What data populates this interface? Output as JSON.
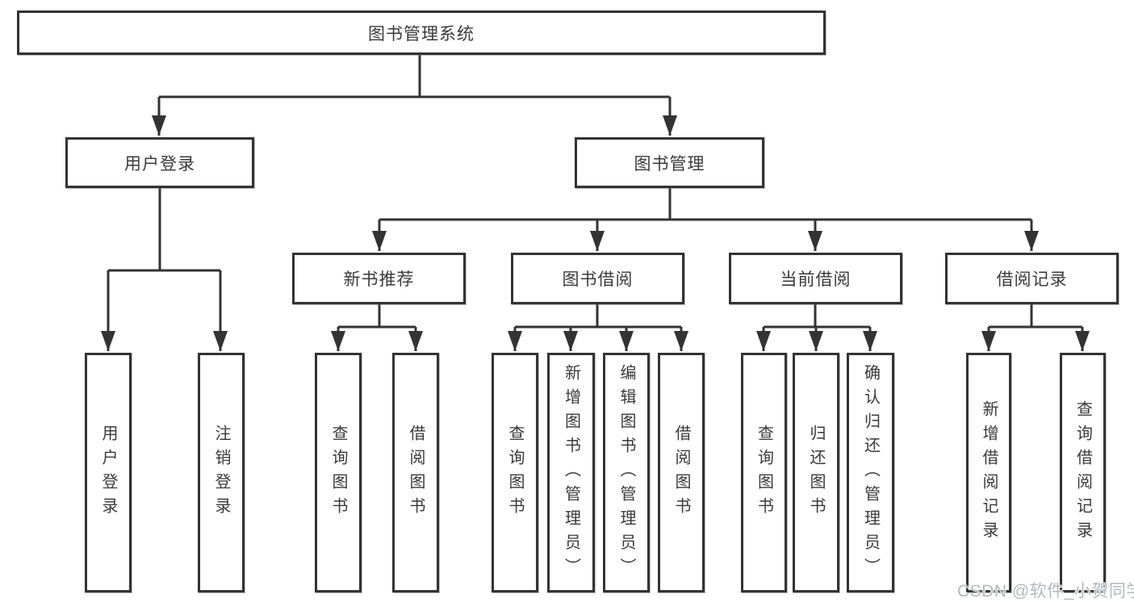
{
  "diagram": {
    "root": {
      "label": "图书管理系统"
    },
    "level2": {
      "user_login": {
        "label": "用户登录"
      },
      "book_mgmt": {
        "label": "图书管理"
      }
    },
    "level3": {
      "new_book_rec": {
        "label": "新书推荐"
      },
      "book_borrow": {
        "label": "图书借阅"
      },
      "current_borrow": {
        "label": "当前借阅"
      },
      "borrow_record": {
        "label": "借阅记录"
      }
    },
    "leaves": {
      "user_login": {
        "label": "用户登录"
      },
      "logout": {
        "label": "注销登录"
      },
      "rec_query": {
        "label": "查询图书"
      },
      "rec_borrow": {
        "label": "借阅图书"
      },
      "bb_query": {
        "label": "查询图书"
      },
      "bb_add": {
        "label": "新增图书（管理员）"
      },
      "bb_edit": {
        "label": "编辑图书（管理员）"
      },
      "bb_borrow": {
        "label": "借阅图书"
      },
      "cb_query": {
        "label": "查询图书"
      },
      "cb_return": {
        "label": "归还图书"
      },
      "cb_confirm": {
        "label": "确认归还（管理员）"
      },
      "br_add": {
        "label": "新增借阅记录"
      },
      "br_query": {
        "label": "查询借阅记录"
      }
    },
    "hierarchy": {
      "图书管理系统": [
        "用户登录",
        "图书管理"
      ],
      "用户登录": [
        "用户登录",
        "注销登录"
      ],
      "图书管理": [
        "新书推荐",
        "图书借阅",
        "当前借阅",
        "借阅记录"
      ],
      "新书推荐": [
        "查询图书",
        "借阅图书"
      ],
      "图书借阅": [
        "查询图书",
        "新增图书（管理员）",
        "编辑图书（管理员）",
        "借阅图书"
      ],
      "当前借阅": [
        "查询图书",
        "归还图书",
        "确认归还（管理员）"
      ],
      "借阅记录": [
        "新增借阅记录",
        "查询借阅记录"
      ]
    },
    "colors": {
      "line": "#333333",
      "text": "#3a3a3a",
      "box_background": "#ffffff",
      "background": "#ffffff",
      "watermark": "#b3b8bf"
    }
  },
  "watermark": {
    "text": "CSDN @软件_小贺同学"
  }
}
